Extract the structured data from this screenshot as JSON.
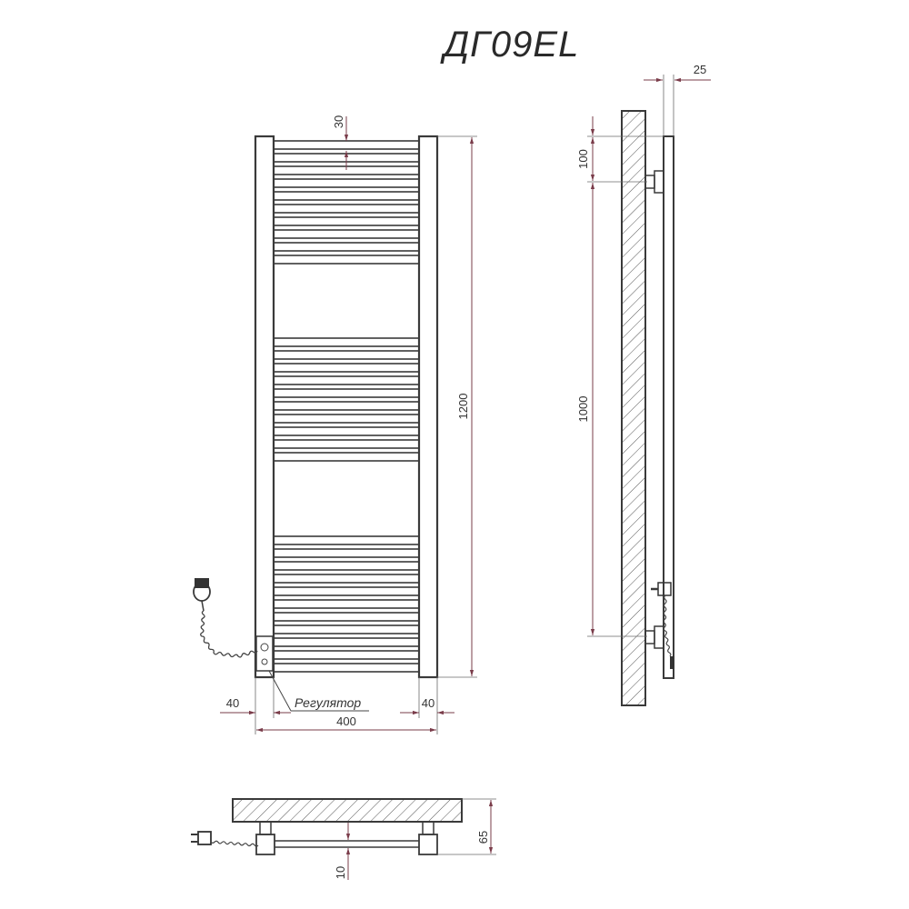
{
  "title": "ДГ09EL",
  "front_view": {
    "dim_bar_spacing": "30",
    "dim_height": "1200",
    "dim_left_offset": "40",
    "dim_right_offset": "40",
    "dim_width": "400",
    "regulator_label": "Регулятор"
  },
  "side_view": {
    "dim_depth": "25",
    "dim_top_offset": "100",
    "dim_mount_spacing": "1000"
  },
  "top_view": {
    "dim_clearance": "10",
    "dim_depth": "65"
  },
  "icons": [
    "plug-icon",
    "regulator-icon",
    "coiled-cord"
  ]
}
